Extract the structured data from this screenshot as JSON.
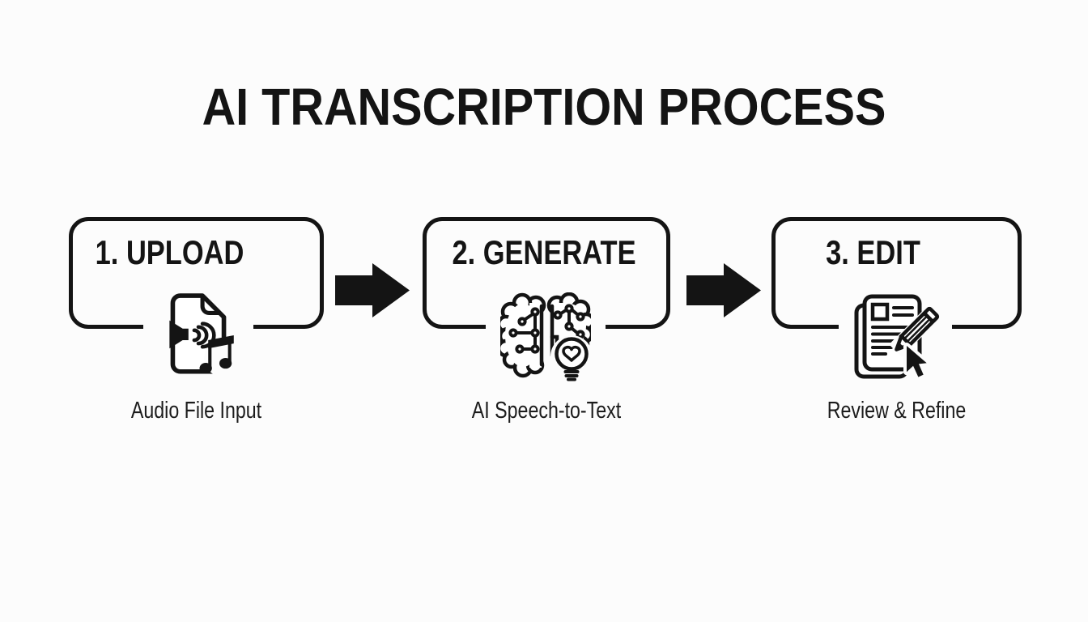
{
  "title": "AI TRANSCRIPTION PROCESS",
  "colors": {
    "background": "#fcfcfc",
    "ink": "#141414"
  },
  "steps": [
    {
      "label": "1. UPLOAD",
      "caption": "Audio File Input",
      "icon": "audio-file-music-note-icon"
    },
    {
      "label": "2. GENERATE",
      "caption": "AI Speech-to-Text",
      "icon": "brain-circuit-lightbulb-icon"
    },
    {
      "label": "3. EDIT",
      "caption": "Review & Refine",
      "icon": "document-pencil-cursor-icon"
    }
  ],
  "connectors": [
    {
      "type": "arrow-right"
    },
    {
      "type": "arrow-right"
    }
  ]
}
